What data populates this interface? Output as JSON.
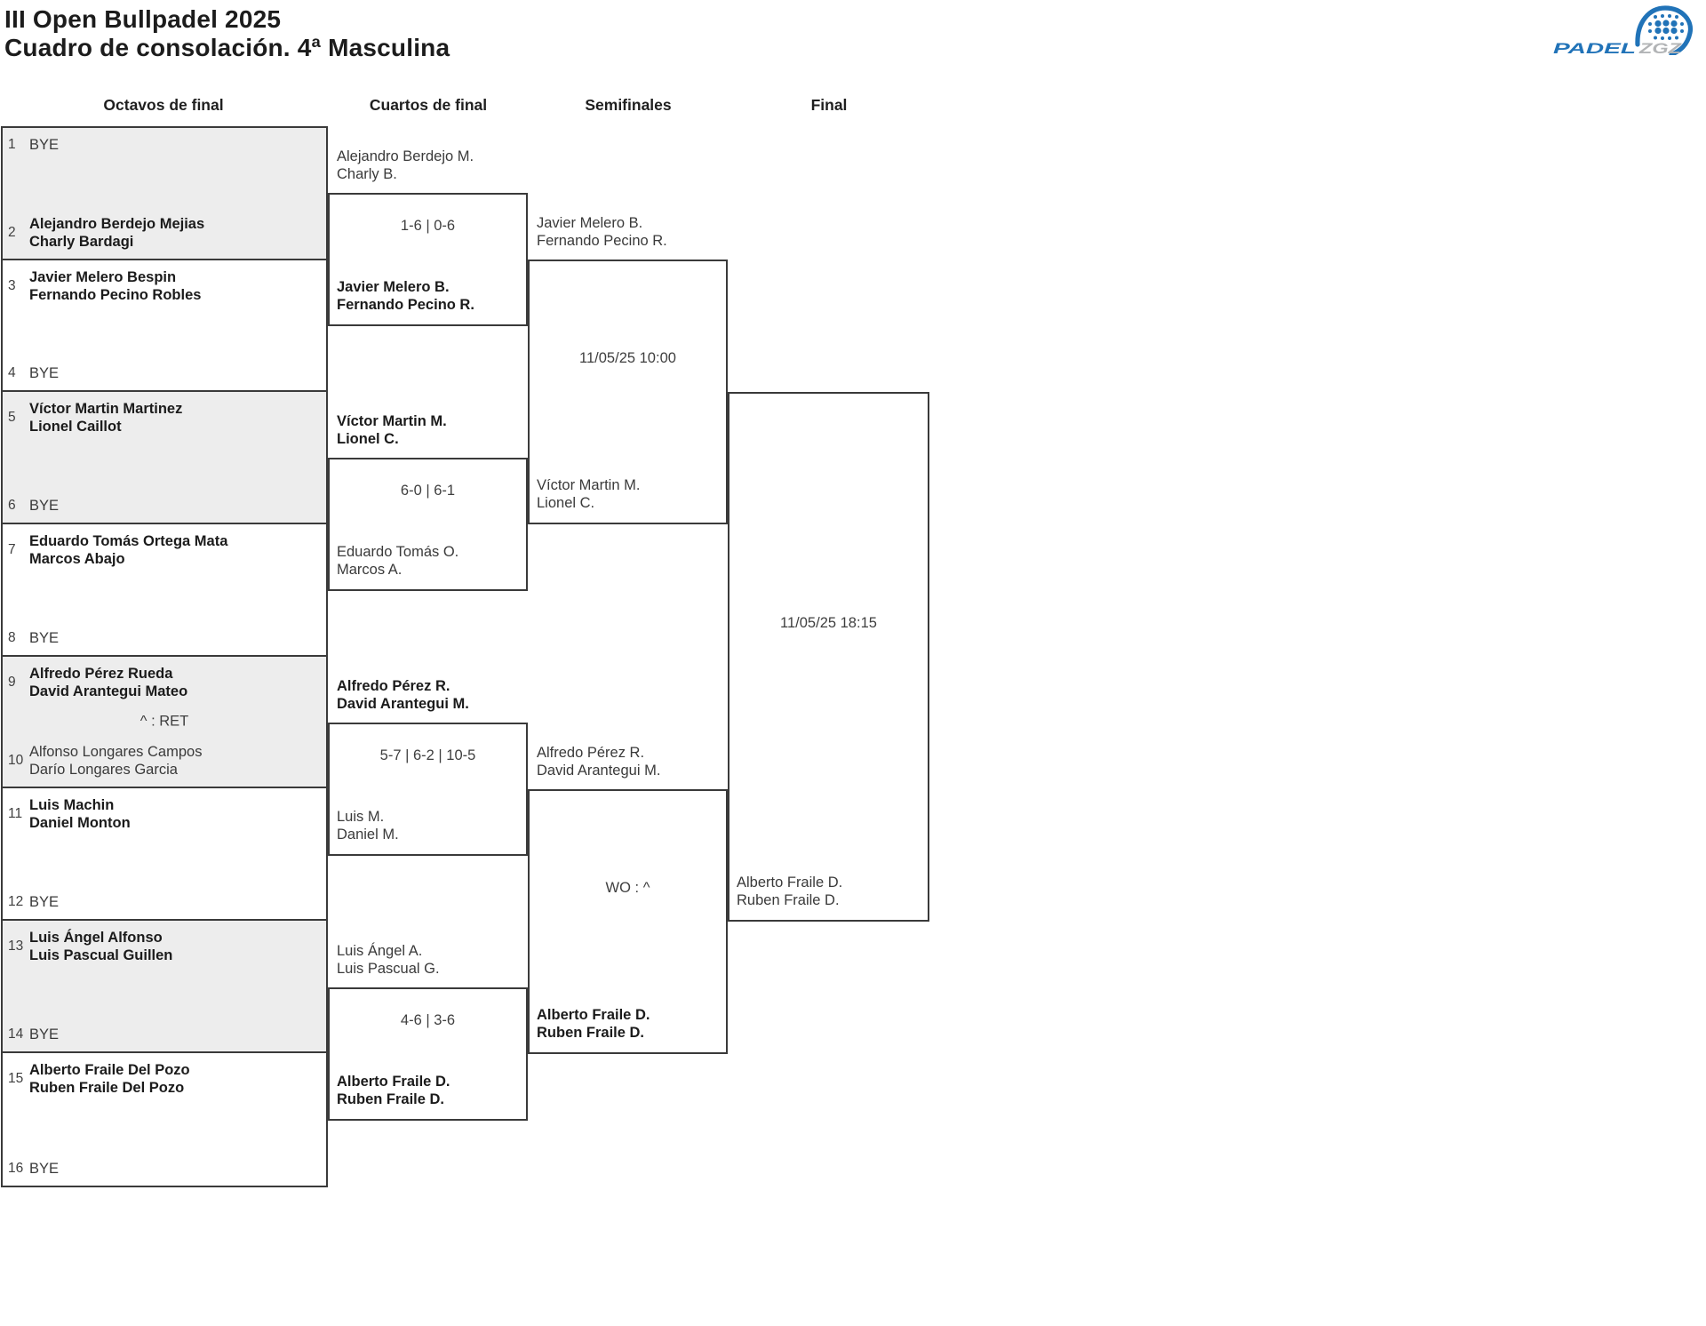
{
  "page": {
    "title": "III Open Bullpadel 2025",
    "subtitle": "Cuadro de consolación. 4ª Masculina"
  },
  "logo": {
    "word1": "PADEL",
    "word2": "ZGZ"
  },
  "rounds": [
    "Octavos de final",
    "Cuartos de final",
    "Semifinales",
    "Final"
  ],
  "octavos": [
    {
      "a": {
        "seed": "1",
        "name1": "BYE",
        "name2": "",
        "winner": false
      },
      "b": {
        "seed": "2",
        "name1": "Alejandro Berdejo Mejias",
        "name2": "Charly Bardagi",
        "winner": true
      }
    },
    {
      "a": {
        "seed": "3",
        "name1": "Javier Melero Bespin",
        "name2": "Fernando Pecino Robles",
        "winner": true
      },
      "b": {
        "seed": "4",
        "name1": "BYE",
        "name2": "",
        "winner": false
      }
    },
    {
      "a": {
        "seed": "5",
        "name1": "Víctor Martin Martinez",
        "name2": "Lionel Caillot",
        "winner": true
      },
      "b": {
        "seed": "6",
        "name1": "BYE",
        "name2": "",
        "winner": false
      }
    },
    {
      "a": {
        "seed": "7",
        "name1": "Eduardo Tomás Ortega Mata",
        "name2": "Marcos Abajo",
        "winner": true
      },
      "b": {
        "seed": "8",
        "name1": "BYE",
        "name2": "",
        "winner": false
      }
    },
    {
      "a": {
        "seed": "9",
        "name1": "Alfredo Pérez Rueda",
        "name2": "David Arantegui Mateo",
        "winner": true
      },
      "b": {
        "seed": "10",
        "name1": "Alfonso Longares Campos",
        "name2": "Darío Longares Garcia",
        "winner": false
      },
      "note": "^ : RET"
    },
    {
      "a": {
        "seed": "11",
        "name1": "Luis Machin",
        "name2": "Daniel Monton",
        "winner": true
      },
      "b": {
        "seed": "12",
        "name1": "BYE",
        "name2": "",
        "winner": false
      }
    },
    {
      "a": {
        "seed": "13",
        "name1": "Luis Ángel Alfonso",
        "name2": "Luis Pascual Guillen",
        "winner": true
      },
      "b": {
        "seed": "14",
        "name1": "BYE",
        "name2": "",
        "winner": false
      }
    },
    {
      "a": {
        "seed": "15",
        "name1": "Alberto Fraile Del Pozo",
        "name2": "Ruben Fraile Del Pozo",
        "winner": true
      },
      "b": {
        "seed": "16",
        "name1": "BYE",
        "name2": "",
        "winner": false
      }
    }
  ],
  "cuartos": [
    {
      "teamA": {
        "line1": "Alejandro Berdejo M.",
        "line2": "Charly B.",
        "winner": false
      },
      "note": "1-6 | 0-6",
      "teamB": {
        "line1": "Javier Melero B.",
        "line2": "Fernando Pecino R.",
        "winner": true
      }
    },
    {
      "teamA": {
        "line1": "Víctor Martin M.",
        "line2": "Lionel C.",
        "winner": true
      },
      "note": "6-0 | 6-1",
      "teamB": {
        "line1": "Eduardo Tomás O.",
        "line2": "Marcos A.",
        "winner": false
      }
    },
    {
      "teamA": {
        "line1": "Alfredo Pérez R.",
        "line2": "David Arantegui M.",
        "winner": true
      },
      "note": "5-7 | 6-2 | 10-5",
      "teamB": {
        "line1": "Luis M.",
        "line2": "Daniel M.",
        "winner": false
      }
    },
    {
      "teamA": {
        "line1": "Luis Ángel A.",
        "line2": "Luis Pascual G.",
        "winner": false
      },
      "note": "4-6 | 3-6",
      "teamB": {
        "line1": "Alberto Fraile D.",
        "line2": "Ruben Fraile D.",
        "winner": true
      }
    }
  ],
  "semifinales": [
    {
      "teamA": {
        "line1": "Javier Melero B.",
        "line2": "Fernando Pecino R.",
        "winner": false
      },
      "note": "11/05/25 10:00",
      "teamB": {
        "line1": "Víctor Martin M.",
        "line2": "Lionel C.",
        "winner": false
      }
    },
    {
      "teamA": {
        "line1": "Alfredo Pérez R.",
        "line2": "David Arantegui M.",
        "winner": false
      },
      "note": "WO : ^",
      "teamB": {
        "line1": "Alberto Fraile D.",
        "line2": "Ruben Fraile D.",
        "winner": true
      }
    }
  ],
  "final": {
    "note": "11/05/25 18:15",
    "teamB": {
      "line1": "Alberto Fraile D.",
      "line2": "Ruben Fraile D.",
      "winner": false
    }
  },
  "colors": {
    "line": "#3A3A3A",
    "shade": "#EDEDED",
    "logo_blue": "#2173B8",
    "logo_gray": "#B2B4B6",
    "text": "#3A3A3A",
    "text_winner": "#1B1B1B"
  }
}
